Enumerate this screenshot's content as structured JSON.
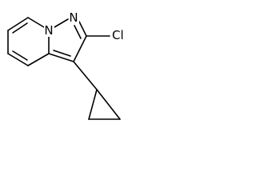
{
  "molecule": {
    "atom_labels": {
      "ring_nitrogen": "N",
      "bridgehead_nitrogen": "N",
      "chlorine": "Cl"
    }
  }
}
